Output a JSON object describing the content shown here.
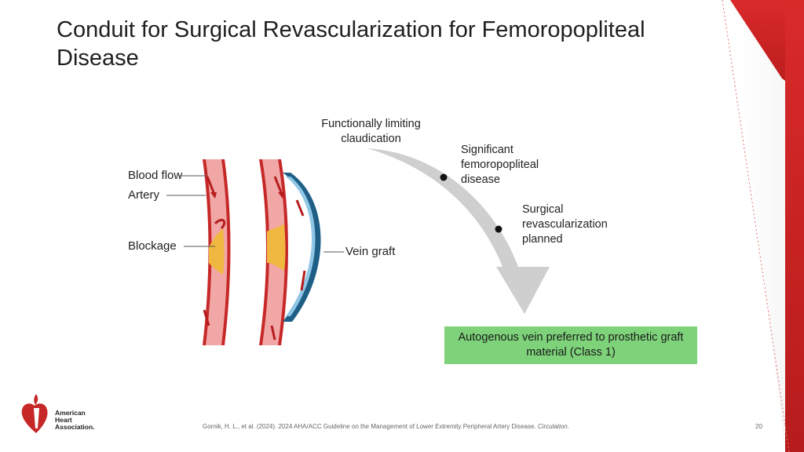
{
  "slide": {
    "title": "Conduit for Surgical Revascularization for Femoropopliteal Disease",
    "page_number": "20"
  },
  "flow": {
    "start": "Functionally limiting claudication",
    "step1": "Significant femoropopliteal disease",
    "step2": "Surgical revascularization planned",
    "outcome": "Autogenous vein preferred to prosthetic graft material (Class 1)"
  },
  "diagram": {
    "labels": {
      "blood_flow": "Blood flow",
      "artery": "Artery",
      "blockage": "Blockage",
      "vein_graft": "Vein graft"
    }
  },
  "footer": {
    "citation": "Gornik, H. L., et al. (2024). 2024 AHA/ACC Guideline on the Management of Lower Extremity Peripheral Artery Disease.",
    "journal": "Circulation",
    "trailing": "."
  },
  "logo": {
    "line1": "American",
    "line2": "Heart",
    "line3": "Association."
  },
  "colors": {
    "accent_red": "#d32f2f",
    "green_box": "#7ed37a",
    "arrow_grey": "#cfcfcf"
  }
}
